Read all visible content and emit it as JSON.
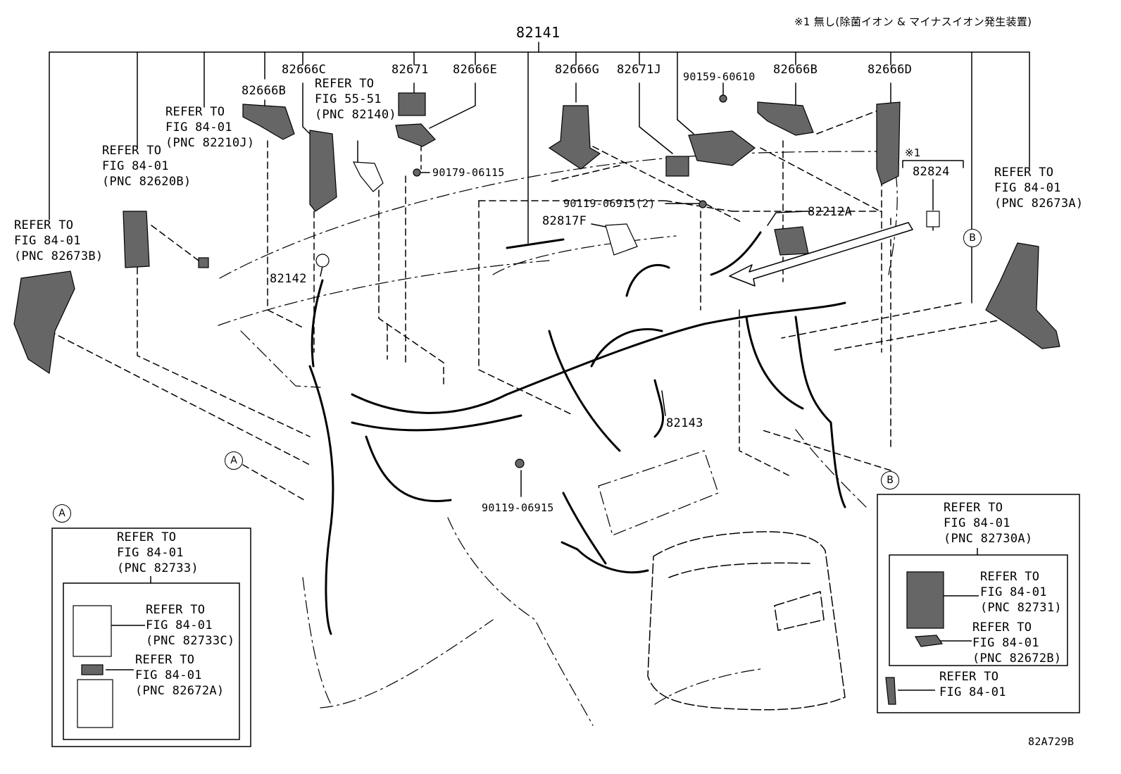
{
  "note": "※1 無し(除菌イオン & マイナスイオン発生装置)",
  "main_part": "82141",
  "labels": {
    "p82666C": "82666C",
    "p82671": "82671",
    "p82666E": "82666E",
    "p82666G": "82666G",
    "p82671J": "82671J",
    "p90159": "90159-60610",
    "p82666B_right": "82666B",
    "p82666D": "82666D",
    "p82666B_left": "82666B",
    "p90179": "90179-06115",
    "p90119_2": "90119-06915(2)",
    "p82817F": "82817F",
    "p82212A": "82212A",
    "p82142": "82142",
    "p82143": "82143",
    "p90119": "90119-06915",
    "star1": "※1",
    "p82824": "82824"
  },
  "refs": {
    "ref_55_51": [
      "REFER TO",
      "FIG 55-51",
      "(PNC 82140)"
    ],
    "ref_82210J": [
      "REFER TO",
      "FIG 84-01",
      "(PNC 82210J)"
    ],
    "ref_82620B": [
      "REFER TO",
      "FIG 84-01",
      "(PNC 82620B)"
    ],
    "ref_82673B": [
      "REFER TO",
      "FIG 84-01",
      "(PNC 82673B)"
    ],
    "ref_82673A": [
      "REFER TO",
      "FIG 84-01",
      "(PNC 82673A)"
    ],
    "ref_82733": [
      "REFER TO",
      "FIG 84-01",
      "(PNC 82733)"
    ],
    "ref_82733C": [
      "REFER TO",
      "FIG 84-01",
      "(PNC 82733C)"
    ],
    "ref_82672A": [
      "REFER TO",
      "FIG 84-01",
      "(PNC 82672A)"
    ],
    "ref_82730A": [
      "REFER TO",
      "FIG 84-01",
      "(PNC 82730A)"
    ],
    "ref_82731": [
      "REFER TO",
      "FIG 84-01",
      "(PNC 82731)"
    ],
    "ref_82672B": [
      "REFER TO",
      "FIG 84-01",
      "(PNC 82672B)"
    ],
    "ref_bolt": [
      "REFER TO",
      "FIG 84-01"
    ]
  },
  "markers": {
    "a": "A",
    "b": "B"
  },
  "figure_code": "82A729B"
}
